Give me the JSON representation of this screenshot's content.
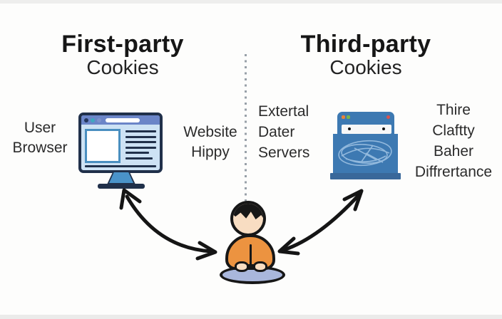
{
  "diagram": {
    "left": {
      "title": "First-party",
      "subtitle": "Cookies",
      "user_label": [
        "User",
        "Browser"
      ],
      "website_label": [
        "Website",
        "Hippy"
      ]
    },
    "right": {
      "title": "Third-party",
      "subtitle": "Cookies",
      "servers_label": [
        "Extertal",
        "Dater",
        "Servers"
      ],
      "notes_label": [
        "Thire",
        "Claftty",
        "Baher",
        "Diffrertance"
      ]
    },
    "icons": {
      "browser_monitor": "browser-window-on-monitor",
      "data_server": "blue-server-with-scribble-globe",
      "person": "seated-person-on-cushion",
      "divider": "vertical-dotted-divider",
      "left_arrow": "curved-double-headed-arrow-person-to-browser",
      "right_arrow": "curved-double-headed-arrow-person-to-server"
    },
    "colors": {
      "background": "#fdfdfc",
      "heading_text": "#161616",
      "label_text": "#2b2b2b",
      "divider_dot": "#98a0a8",
      "arrow": "#151515",
      "monitor_outline": "#20304a",
      "monitor_titlebar": "#6b85c8",
      "monitor_screen": "#cde2f4",
      "monitor_panel_border": "#4a8fc0",
      "monitor_stand": "#4a93c9",
      "server_blue": "#3d79b2",
      "server_base": "#39689a",
      "server_scribble": "#9cc0e2",
      "server_dot_orange": "#e8833a",
      "server_dot_green": "#7ab648",
      "server_dot_red": "#d9534f",
      "person_skin": "#f8ddc2",
      "person_hair": "#171717",
      "person_shirt": "#ec9340",
      "cushion": "#a9b7dc"
    }
  }
}
